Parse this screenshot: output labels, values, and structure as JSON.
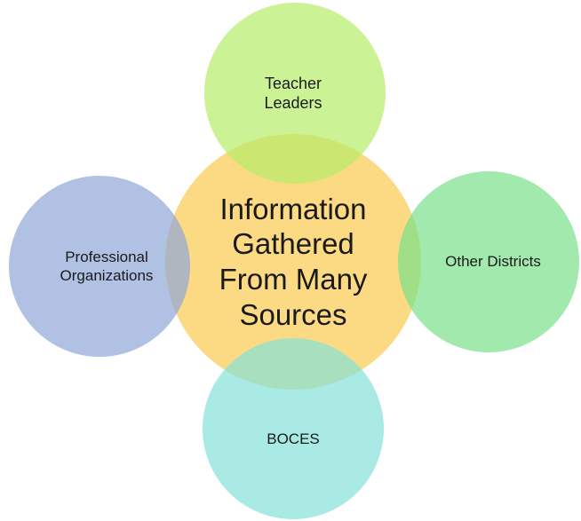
{
  "diagram": {
    "center": {
      "text": "Information\nGathered\nFrom Many\nSources",
      "color": "#fcd36f"
    },
    "nodes": {
      "top": {
        "text": "Teacher\nLeaders",
        "color": "#b6ec6a"
      },
      "left": {
        "text": "Professional\nOrganizations",
        "color": "#8fa6d8"
      },
      "right": {
        "text": "Other Districts",
        "color": "#79e08a"
      },
      "bottom": {
        "text": "BOCES",
        "color": "#84e3d8"
      }
    }
  }
}
